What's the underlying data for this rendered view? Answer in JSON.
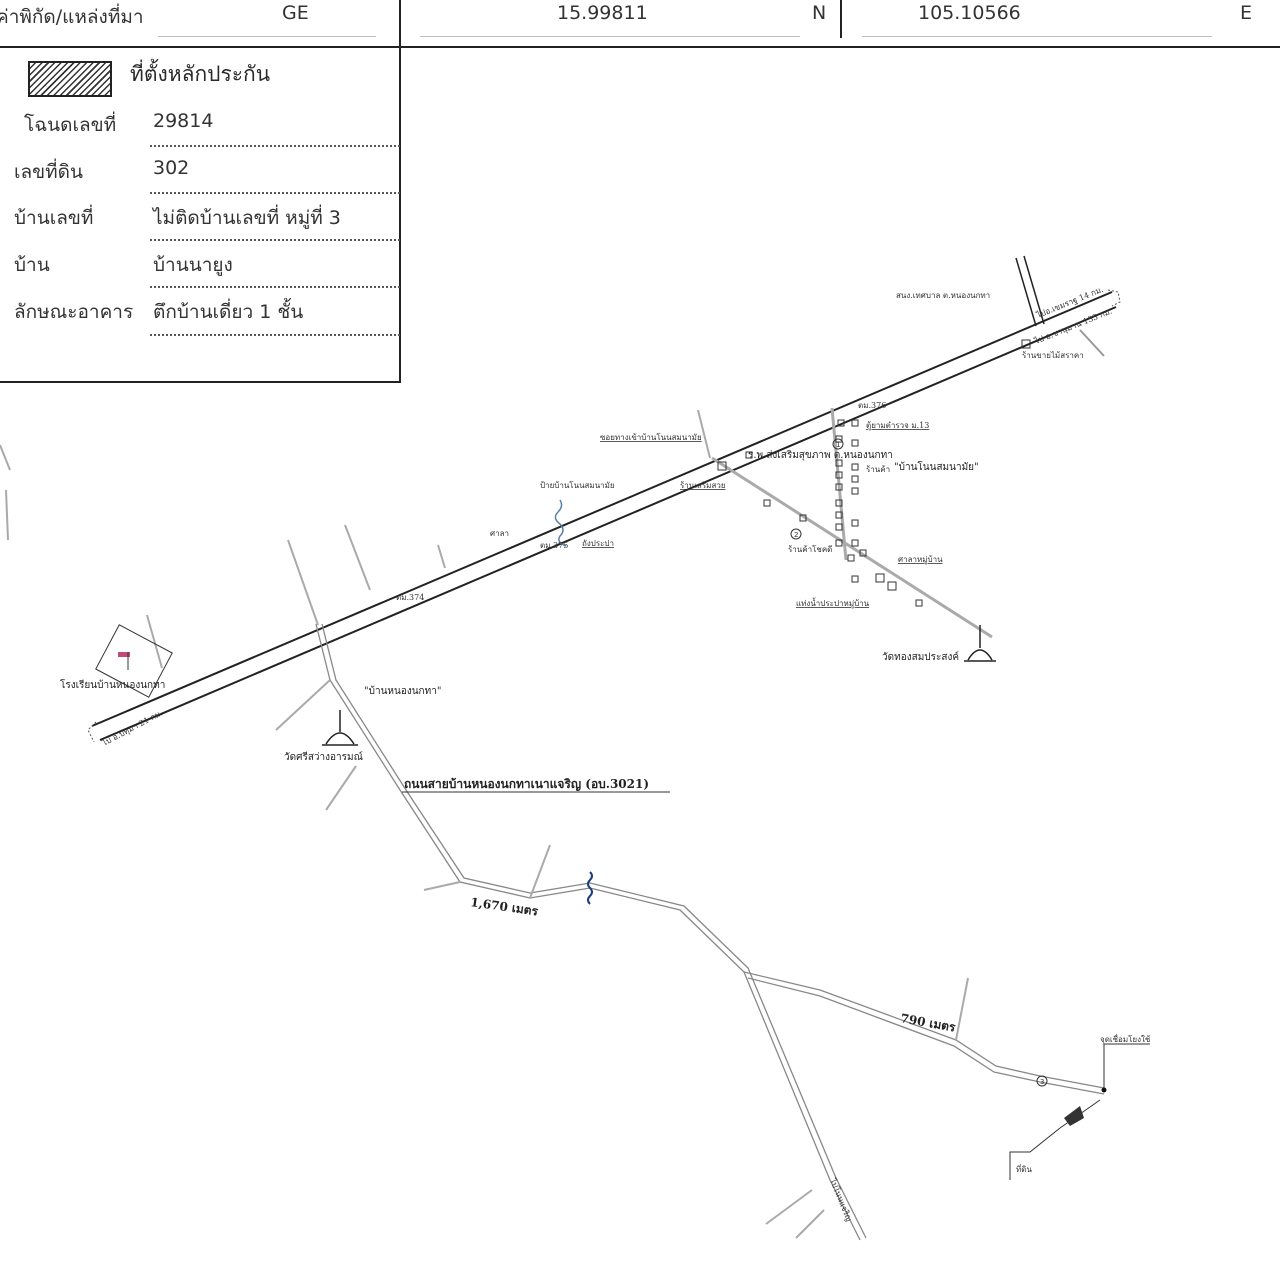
{
  "header": {
    "coord_source_label": "ค่าพิกัด/แหล่งที่มา",
    "source": "GE",
    "latitude": "15.99811",
    "lat_dir": "N",
    "longitude": "105.10566",
    "lon_dir": "E"
  },
  "info": {
    "legend_label": "ที่ตั้งหลักประกัน",
    "rows": [
      {
        "label": "โฉนดเลขที่",
        "value": "29814"
      },
      {
        "label": "เลขที่ดิน",
        "value": "302"
      },
      {
        "label": "บ้านเลขที่",
        "value": "ไม่ติดบ้านเลขที่ หมู่ที่ 3"
      },
      {
        "label": "บ้าน",
        "value": "บ้านนายูง"
      },
      {
        "label": "ลักษณะอาคาร",
        "value": "ตึกบ้านเดี่ยว 1 ชั้น"
      }
    ]
  },
  "map": {
    "labels": {
      "municipality": "สนง.เทศบาล ต.หนองนกทา",
      "to_khemarat": "ไปอ.เขมราฐ 14 กม.",
      "to_chanuman": "ไป อ.ชานุมาน 133 กม.",
      "shop_top": "ร้านขายไม้สราคา",
      "checkpoint": "ตม.376",
      "police_box": "ตู้ยามตำรวจ ม.13",
      "intersection": "ซอยทางเข้าบ้านโนนสมนามัย",
      "health_center": "ร.พ.ส่งเสริมสุขภาพ ต.หนองนกทา",
      "village_nonsomnamai": "\"บ้านโนนสมนามัย\"",
      "shop_1": "ร้านค้า",
      "shop_2": "ร้านเสริมสวย",
      "sign": "ป้ายบ้านโนนสมนามัย",
      "sala": "ศาลา",
      "km375": "ตม.375",
      "tower": "ถังประปา",
      "km374": "ตม.374",
      "shop_3": "ร้านค้าโชคดี",
      "sala_village": "ศาลาหมู่บ้าน",
      "water_tower": "แท่งน้ำประปาหมู่บ้าน",
      "wat_thongsom": "วัดทองสมประสงค์",
      "school": "โรงเรียนบ้านหนองนกทา",
      "to_pathum": "ไป อ.ปทุมฯ 21 กม.",
      "village_nongnokta": "\"บ้านหนองนกทา\"",
      "wat_sri": "วัดศรีสว่างอารมณ์",
      "road_name": "ถนนสายบ้านหนองนกทาเนาแจริญ (อบ.3021)",
      "dist_1": "1,670 เมตร",
      "dist_2": "790 เมตร",
      "junction": "จุดเชื่อมโยงใช้",
      "site": "ที่ดิน",
      "to_phanat": "ไปโนนแจริญ",
      "marker_1": "1",
      "marker_2": "2",
      "marker_3": "3"
    }
  }
}
